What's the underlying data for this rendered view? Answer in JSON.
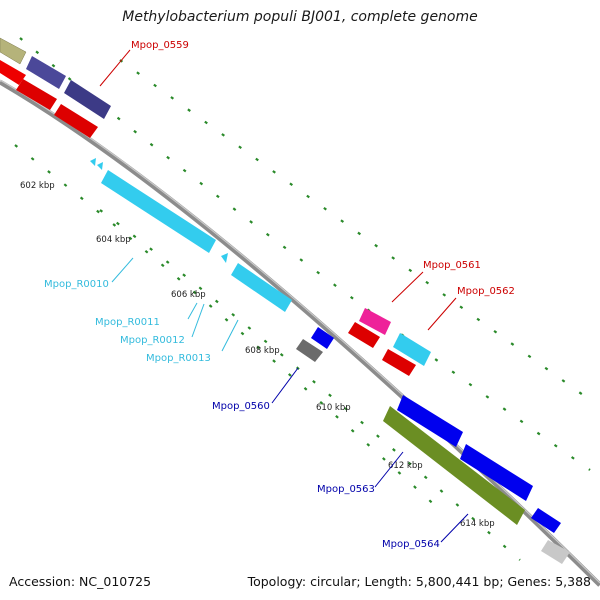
{
  "title": "Methylobacterium populi BJ001, complete genome",
  "footer": {
    "accession_label": "Accession:",
    "accession": "NC_010725",
    "topology_label": "Topology:",
    "topology": "circular",
    "length_label": "Length:",
    "length": "5,800,441 bp",
    "genes_label": "Genes:",
    "genes": "5,388"
  },
  "ticks": [
    "602 kbp",
    "604 kbp",
    "606 kbp",
    "608 kbp",
    "610 kbp",
    "612 kbp",
    "614 kbp"
  ],
  "features": [
    {
      "name": "Mpop_0559",
      "color": "#cc0000",
      "strand": "+"
    },
    {
      "name": "Mpop_R0010",
      "color": "#33bbdd",
      "strand": "-"
    },
    {
      "name": "Mpop_R0011",
      "color": "#33bbdd",
      "strand": "-"
    },
    {
      "name": "Mpop_R0012",
      "color": "#33bbdd",
      "strand": "-"
    },
    {
      "name": "Mpop_R0013",
      "color": "#33bbdd",
      "strand": "-"
    },
    {
      "name": "Mpop_0560",
      "color": "#0000aa",
      "strand": "-"
    },
    {
      "name": "Mpop_0561",
      "color": "#cc0000",
      "strand": "+"
    },
    {
      "name": "Mpop_0562",
      "color": "#cc0000",
      "strand": "+"
    },
    {
      "name": "Mpop_0563",
      "color": "#0000aa",
      "strand": "-"
    },
    {
      "name": "Mpop_0564",
      "color": "#0000aa",
      "strand": "-"
    }
  ],
  "colors": {
    "backbone": "#8c8c8c",
    "forward_cds": "#ee0000",
    "reverse_cds": "#0000ee",
    "rna": "#33ccee",
    "gc_skew_dots": "#228822",
    "olive": "#6b8e23",
    "khaki": "#b5b37a",
    "slate": "#4b4899",
    "magenta": "#ee2299",
    "gray": "#6b6b6b",
    "light_gray": "#c8c8c8"
  }
}
